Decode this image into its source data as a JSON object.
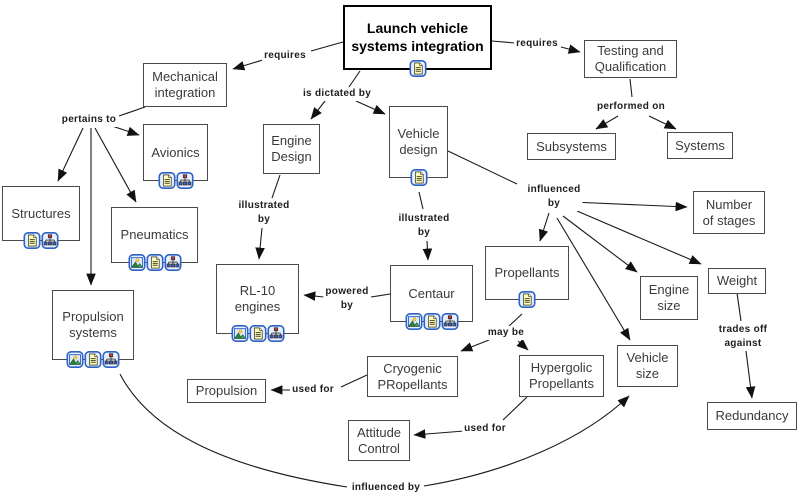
{
  "map_title": "Launch vehicle systems integration",
  "colors": {
    "background": "#ffffff",
    "node_border": "#4a4a4a",
    "primary_node_border": "#000000",
    "node_text": "#3b3b3b",
    "line": "#1a1a1a",
    "icon_border": "#2e62c9",
    "icon_doc_fill": "#ffffbb",
    "icon_img_hill": "#2f7d3a",
    "icon_sun": "#ffd23e"
  },
  "icons": {
    "document-icon": "page with text lines (attached document resource)",
    "image-icon": "framed picture with sun and hills (attached image resource)",
    "hierarchy-icon": "org-chart squares (attached concept-map resource)"
  },
  "nodes": {
    "launch": {
      "label": "Launch vehicle\nsystems integration",
      "resources": [
        "document"
      ]
    },
    "mechanical": {
      "label": "Mechanical\nintegration"
    },
    "testing": {
      "label": "Testing and\nQualification"
    },
    "avionics": {
      "label": "Avionics",
      "resources": [
        "document",
        "hierarchy"
      ]
    },
    "engine_design": {
      "label": "Engine\nDesign"
    },
    "vehicle_design": {
      "label": "Vehicle\ndesign",
      "resources": [
        "document"
      ]
    },
    "subsystems": {
      "label": "Subsystems"
    },
    "systems": {
      "label": "Systems"
    },
    "structures": {
      "label": "Structures",
      "resources": [
        "document",
        "hierarchy"
      ]
    },
    "pneumatics": {
      "label": "Pneumatics",
      "resources": [
        "image",
        "document",
        "hierarchy"
      ]
    },
    "number_of_stages": {
      "label": "Number\nof stages"
    },
    "rl10": {
      "label": "RL-10\nengines",
      "resources": [
        "image",
        "document",
        "hierarchy"
      ]
    },
    "centaur": {
      "label": "Centaur",
      "resources": [
        "image",
        "document",
        "hierarchy"
      ]
    },
    "propellants": {
      "label": "Propellants",
      "resources": [
        "document"
      ]
    },
    "engine_size": {
      "label": "Engine\nsize"
    },
    "weight": {
      "label": "Weight"
    },
    "propulsion_systems": {
      "label": "Propulsion\nsystems",
      "resources": [
        "image",
        "document",
        "hierarchy"
      ]
    },
    "cryogenic": {
      "label": "Cryogenic\nPRopellants"
    },
    "hypergolic": {
      "label": "Hypergolic\nPropellants"
    },
    "vehicle_size": {
      "label": "Vehicle\nsize"
    },
    "propulsion": {
      "label": "Propulsion"
    },
    "attitude": {
      "label": "Attitude\nControl"
    },
    "redundancy": {
      "label": "Redundancy"
    }
  },
  "links": {
    "requires_mechanical": {
      "label": "requires",
      "from": "launch",
      "to": [
        "mechanical"
      ]
    },
    "requires_testing": {
      "label": "requires",
      "from": "launch",
      "to": [
        "testing"
      ]
    },
    "is_dictated_by": {
      "label": "is dictated by",
      "from": "launch",
      "to": [
        "engine_design",
        "vehicle_design"
      ]
    },
    "pertains_to": {
      "label": "pertains to",
      "from": "mechanical",
      "to": [
        "avionics",
        "structures",
        "pneumatics",
        "propulsion_systems"
      ]
    },
    "performed_on": {
      "label": "performed on",
      "from": "testing",
      "to": [
        "subsystems",
        "systems"
      ]
    },
    "illustrated_by_engine": {
      "label": "illustrated\nby",
      "from": "engine_design",
      "to": [
        "rl10"
      ]
    },
    "illustrated_by_vehicle": {
      "label": "illustrated\nby",
      "from": "vehicle_design",
      "to": [
        "centaur"
      ]
    },
    "influenced_by": {
      "label": "influenced\nby",
      "from": "vehicle_design",
      "to": [
        "propellants",
        "number_of_stages",
        "engine_size",
        "weight",
        "vehicle_size"
      ]
    },
    "powered_by": {
      "label": "powered\nby",
      "from": "centaur",
      "to": [
        "rl10"
      ]
    },
    "may_be": {
      "label": "may be",
      "from": "propellants",
      "to": [
        "cryogenic",
        "hypergolic"
      ]
    },
    "used_for_propulsion": {
      "label": "used for",
      "from": "cryogenic",
      "to": [
        "propulsion"
      ]
    },
    "used_for_attitude": {
      "label": "used for",
      "from": "hypergolic",
      "to": [
        "attitude"
      ]
    },
    "trades_off_against": {
      "label": "trades off\nagainst",
      "from": "weight",
      "to": [
        "redundancy"
      ]
    },
    "influenced_by_bottom": {
      "label": "influenced by",
      "from": "propulsion_systems",
      "to": [
        "vehicle_size"
      ]
    }
  }
}
